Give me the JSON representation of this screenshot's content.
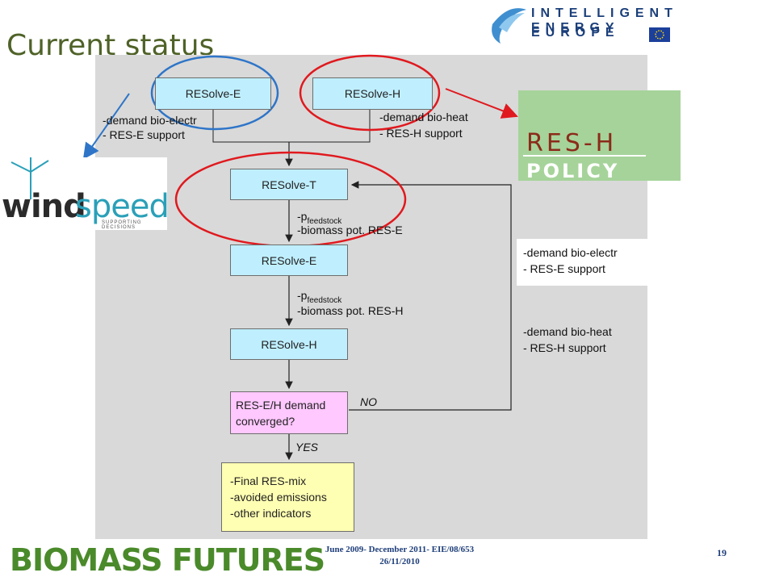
{
  "title": "Current status",
  "top_boxes": {
    "resolve_e": "RESolve-E",
    "resolve_h": "RESolve-H"
  },
  "left_labels": {
    "line1": "-demand bio-electr",
    "line2": "- RES-E support"
  },
  "right_labels": {
    "line1": "-demand bio-heat",
    "line2": "- RES-H support"
  },
  "flow": {
    "resolve_t": "RESolve-T",
    "resolve_e": "RESolve-E",
    "resolve_h": "RESolve-H",
    "decision_line1": "RES-E/H demand",
    "decision_line2": "converged?",
    "final_line1": "-Final RES-mix",
    "final_line2": "-avoided emissions",
    "final_line3": "-other indicators"
  },
  "edge_labels": {
    "p_prefix": "-p",
    "p_sub": "feedstock",
    "biomass_e": "-biomass pot. RES-E",
    "biomass_h": "-biomass pot. RES-H",
    "no": "NO",
    "yes": "YES"
  },
  "feedback_labels": {
    "electr_line1": "-demand bio-electr",
    "electr_line2": "- RES-E support",
    "heat_line1": "-demand bio-heat",
    "heat_line2": "- RES-H support"
  },
  "logos": {
    "resh_line1": "RES-H",
    "resh_line2": "POLICY",
    "windspeed_a": "wind",
    "windspeed_b": "speed",
    "windspeed_tag": "SUPPORTING DECISIONS",
    "iee_line1": "INTELLIGENT ENERGY",
    "iee_line2": "EUROPE",
    "biomass": "BIOMASS FUTURES"
  },
  "footer": {
    "line1": "June 2009- December 2011- EIE/08/653",
    "line2": "26/11/2010"
  },
  "page_number": "19",
  "colors": {
    "box": "#bfefff",
    "decision": "#ffc8ff",
    "final": "#ffffb3",
    "panel": "#d9d9d9",
    "highlight_blue": "#2e75c8",
    "highlight_red": "#e0191e",
    "title": "#4f6228"
  }
}
